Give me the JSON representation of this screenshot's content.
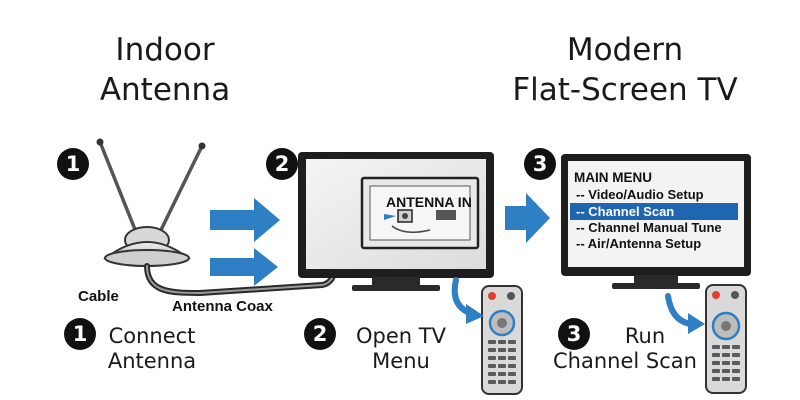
{
  "titles": {
    "left": [
      "Indoor",
      "Antenna"
    ],
    "right": [
      "Modern",
      "Flat-Screen TV"
    ]
  },
  "steps": [
    {
      "number": "1",
      "caption_lines": [
        "Connect",
        "Antenna"
      ]
    },
    {
      "number": "2",
      "caption_lines": [
        "Open TV",
        "Menu"
      ]
    },
    {
      "number": "3",
      "caption_lines": [
        "Run",
        "Channel Scan"
      ]
    }
  ],
  "labels": {
    "cable": "Cable",
    "coax": "Antenna Coax",
    "antenna_in": "ANTENNA IN"
  },
  "menu": {
    "title": "MAIN MENU",
    "items": [
      "-- Video/Audio Setup",
      "-- Channel Scan",
      "-- Channel Manual Tune",
      "-- Air/Antenna Setup"
    ],
    "highlighted": "-- Channel Scan"
  },
  "colors": {
    "accent_blue": "#2f7fc4",
    "highlight": "#1f66b0"
  },
  "icons": [
    "tv-icon",
    "remote-control-icon",
    "antenna-icon",
    "arrow-right-icon",
    "curved-arrow-icon"
  ]
}
